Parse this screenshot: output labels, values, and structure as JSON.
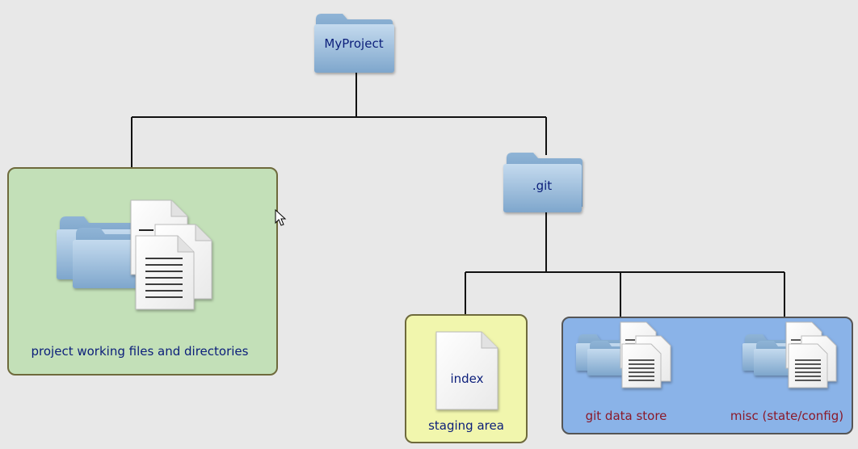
{
  "nodes": {
    "root": {
      "label": "MyProject",
      "icon": "folder-icon"
    },
    "git": {
      "label": ".git",
      "icon": "folder-icon"
    },
    "working": {
      "label": "project working files and directories",
      "icon": "folder-and-documents-icon",
      "bg": "#c3e0b8"
    },
    "index": {
      "label": "index",
      "caption": "staging area",
      "icon": "document-icon",
      "bg": "#f1f6ad"
    },
    "datastore": {
      "label": "git data store",
      "icon": "folder-and-documents-icon"
    },
    "misc": {
      "label": "misc (state/config)",
      "icon": "folder-and-documents-icon"
    }
  },
  "group_bg": "#8ab3e8",
  "colors": {
    "label_navy": "#0b1e7a",
    "label_maroon": "#8a1a2a",
    "line": "#111111"
  }
}
